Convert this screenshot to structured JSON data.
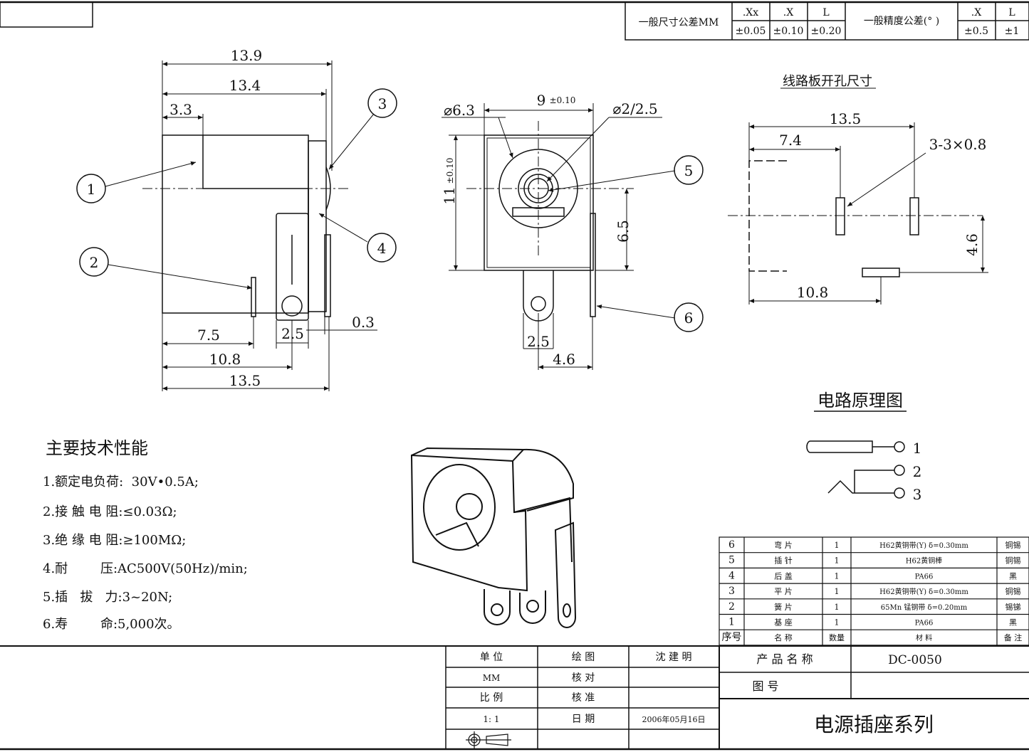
{
  "tolerance": {
    "linear_label": "一般尺寸公差MM",
    "linear_heads": [
      ".Xx",
      ".X",
      "L"
    ],
    "linear_vals": [
      "±0.05",
      "±0.10",
      "±0.20"
    ],
    "angular_label": "一般精度公差(° )",
    "angular_heads": [
      ".X",
      "L"
    ],
    "angular_vals": [
      "±0.5",
      "±1"
    ]
  },
  "side_view": {
    "dims": [
      "13.9",
      "13.4",
      "3.3",
      "7.5",
      "10.8",
      "13.5",
      "2.5",
      "0.3"
    ],
    "balloons": [
      "1",
      "2",
      "3",
      "4"
    ]
  },
  "front_view": {
    "dims": [
      "⌀6.3",
      "9",
      "±0.10",
      "⌀2/2.5",
      "11",
      "±0.10",
      "6.5",
      "2.5",
      "4.6"
    ],
    "balloons": [
      "5",
      "6"
    ]
  },
  "pcb": {
    "title": "线路板开孔尺寸",
    "dims": [
      "13.5",
      "7.4",
      "3-3×0.8",
      "4.6",
      "10.8"
    ]
  },
  "circuit": {
    "title": "电路原理图",
    "pins": [
      "1",
      "2",
      "3"
    ]
  },
  "specs": {
    "title": "主要技术性能",
    "items": [
      "1.额定电负荷:  30V•0.5A;",
      "2.接 触 电 阻:≤0.03Ω;",
      "3.绝 缘 电 阻:≥100MΩ;",
      "4.耐        压:AC500V(50Hz)/min;",
      "5.插   拔   力:3~20N;",
      "6.寿        命:5,000次。"
    ]
  },
  "bom": {
    "rows": [
      [
        "6",
        "弯  片",
        "1",
        "H62黄铜带(Y) δ=0.30mm",
        "铜锡"
      ],
      [
        "5",
        "插  针",
        "1",
        "H62黄铜棒",
        "铜锡"
      ],
      [
        "4",
        "后  盖",
        "1",
        "PA66",
        "黑"
      ],
      [
        "3",
        "平  片",
        "1",
        "H62黄铜带(Y) δ=0.30mm",
        "铜锡"
      ],
      [
        "2",
        "簧  片",
        "1",
        "65Mn 锰钢带 δ=0.20mm",
        "锡锑"
      ],
      [
        "1",
        "基  座",
        "1",
        "PA66",
        "黑"
      ]
    ],
    "header": [
      "序号",
      "名  称",
      "数量",
      "材      料",
      "备 注"
    ]
  },
  "title_block": {
    "unit_label": "单   位",
    "unit": "MM",
    "scale_label": "比   例",
    "scale": "1: 1",
    "drawn_label": "绘   图",
    "drawn_by": "沈 建 明",
    "checked_label": "核   对",
    "approved_label": "核   准",
    "date_label": "日   期",
    "date": "2006年05月16日",
    "product_name_label": "产 品 名 称",
    "product_name": "DC-0050",
    "drawing_no_label": "图      号",
    "series": "电源插座系列"
  }
}
